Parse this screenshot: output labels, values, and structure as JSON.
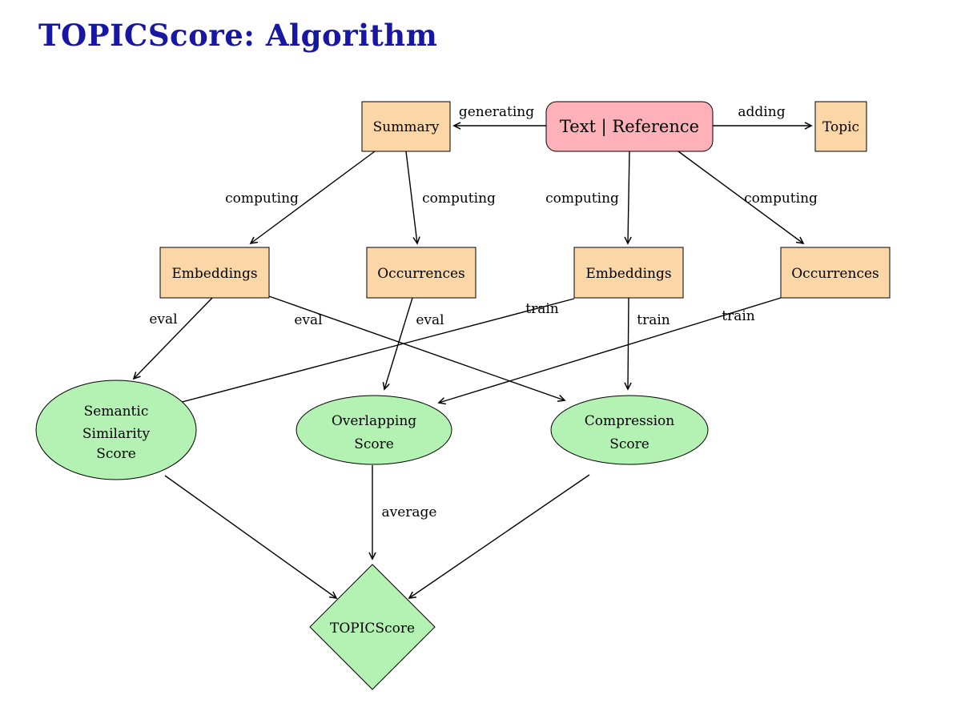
{
  "title": {
    "text": "TOPICScore: Algorithm",
    "color": "#1717a3"
  },
  "colors": {
    "process_box": "#fbd7a8",
    "input_box": "#ffb1ba",
    "score_shape": "#b3f2b3",
    "edge": "#000000"
  },
  "nodes": {
    "summary": "Summary",
    "text_reference": "Text | Reference",
    "topic": "Topic",
    "embeddings_summary": "Embeddings",
    "occurrences_summary": "Occurrences",
    "embeddings_text": "Embeddings",
    "occurrences_text": "Occurrences",
    "semantic_similarity": [
      "Semantic",
      "Similarity",
      "Score"
    ],
    "overlapping": [
      "Overlapping",
      "Score"
    ],
    "compression": [
      "Compression",
      "Score"
    ],
    "topicscore": "TOPICScore"
  },
  "edge_labels": {
    "generating": "generating",
    "adding": "adding",
    "computing_1": "computing",
    "computing_2": "computing",
    "computing_3": "computing",
    "computing_4": "computing",
    "eval_1": "eval",
    "eval_2": "eval",
    "eval_3": "eval",
    "train_1": "train",
    "train_2": "train",
    "train_3": "train",
    "average": "average"
  }
}
